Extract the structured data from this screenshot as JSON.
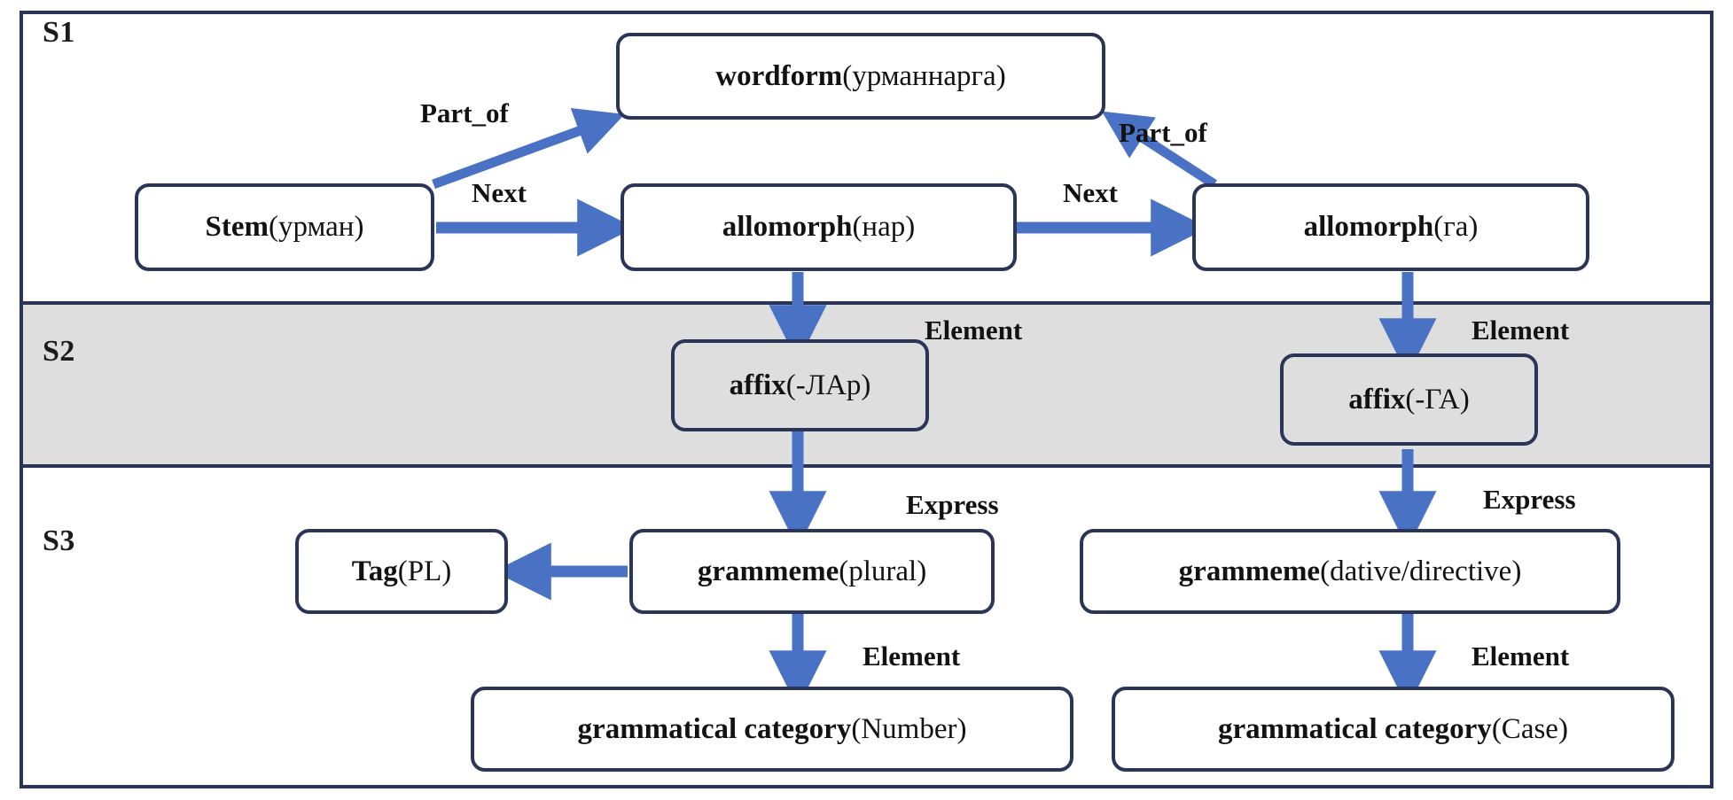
{
  "diagram": {
    "accent_arrow_color": "#4a72c4",
    "border_color": "#2b3558",
    "band_shaded_color": "#dedede",
    "bands": [
      {
        "id": "S1",
        "label": "S1"
      },
      {
        "id": "S2",
        "label": "S2"
      },
      {
        "id": "S3",
        "label": "S3"
      }
    ],
    "nodes": {
      "wordform": {
        "bold": "wordform",
        "plain": "(урманнарга)"
      },
      "stem": {
        "bold": "Stem",
        "plain": "(урман)"
      },
      "allomorph_nar": {
        "bold": "allomorph",
        "plain": "(нар)"
      },
      "allomorph_ga": {
        "bold": "allomorph",
        "plain": "(га)"
      },
      "affix_lar": {
        "bold": "affix",
        "plain": "(-ЛАр)"
      },
      "affix_ga": {
        "bold": "affix",
        "plain": "(-ГА)"
      },
      "tag_pl": {
        "bold": "Tag",
        "plain": " (PL)"
      },
      "grammeme_plural": {
        "bold": "grammeme",
        "plain": "(plural)"
      },
      "grammeme_dative": {
        "bold": "grammeme",
        "plain": " (dative/directive)"
      },
      "gramcat_number": {
        "bold": "grammatical category",
        "plain": " (Number)"
      },
      "gramcat_case": {
        "bold": "grammatical category",
        "plain": " (Case)"
      }
    },
    "edge_labels": {
      "part_of_left": "Part_of",
      "part_of_right": "Part_of",
      "next_left": "Next",
      "next_right": "Next",
      "element_affix_left": "Element",
      "element_affix_right": "Element",
      "express_left": "Express",
      "express_right": "Express",
      "element_cat_left": "Element",
      "element_cat_right": "Element"
    }
  }
}
